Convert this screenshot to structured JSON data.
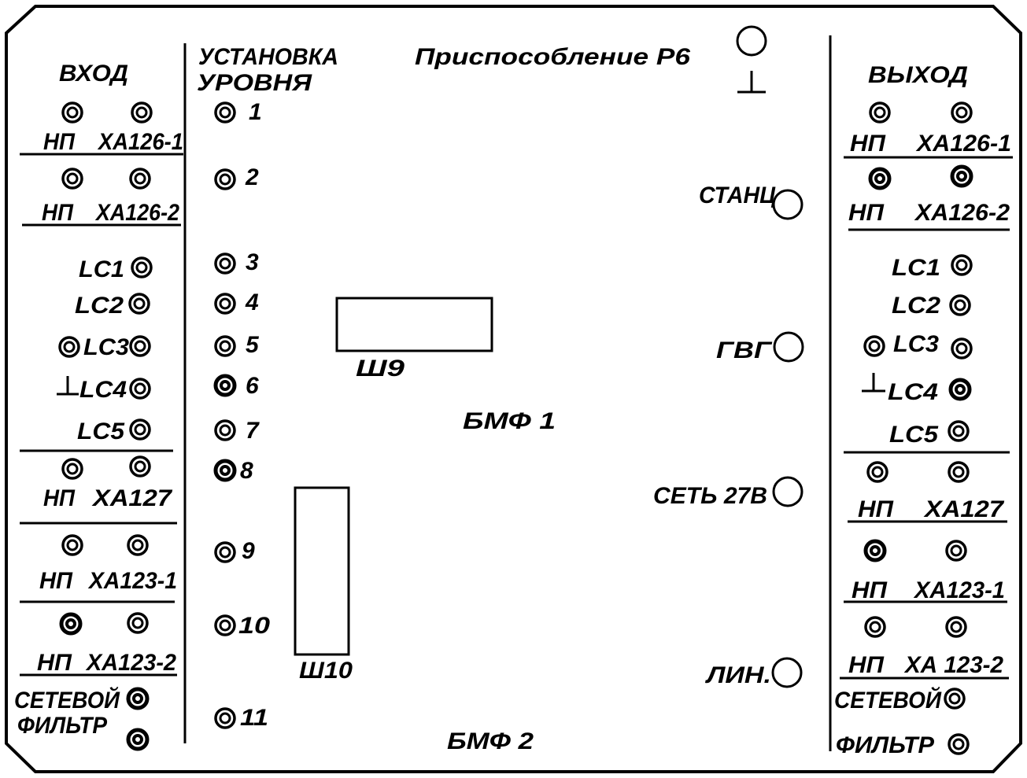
{
  "title": "Приспособление Р6",
  "icons": {
    "ground": "ground-icon",
    "jack": "jack-icon",
    "terminal": "terminal-icon"
  },
  "input": {
    "header": "ВХОД",
    "rows_upper": [
      {
        "left": "НП",
        "right": "ХА126-1"
      },
      {
        "left": "НП",
        "right": "ХА126-2"
      }
    ],
    "lc": [
      "LC1",
      "LC2",
      "LC3",
      "LC4",
      "LC5"
    ],
    "rows_lower": [
      {
        "left": "НП",
        "right": "ХА127"
      },
      {
        "left": "НП",
        "right": "ХА123-1"
      },
      {
        "left": "НП",
        "right": "ХА123-2"
      }
    ],
    "filter": [
      "СЕТЕВОЙ",
      "ФИЛЬТР"
    ]
  },
  "level": {
    "header": [
      "УСТАНОВКА",
      "УРОВНЯ"
    ],
    "points": [
      "1",
      "2",
      "3",
      "4",
      "5",
      "6",
      "7",
      "8",
      "9",
      "10",
      "11"
    ]
  },
  "center": {
    "connector_top": "Ш9",
    "block_top": "БМФ 1",
    "connector_bottom": "Ш10",
    "block_bottom": "БМФ 2"
  },
  "terminals": [
    "СТАНЦ",
    "ГВГ",
    "СЕТЬ 27В",
    "ЛИН."
  ],
  "output": {
    "header": "ВЫХОД",
    "rows_upper": [
      {
        "left": "НП",
        "right": "ХА126-1"
      },
      {
        "left": "НП",
        "right": "ХА126-2"
      }
    ],
    "lc": [
      "LC1",
      "LC2",
      "LC3",
      "LC4",
      "LC5"
    ],
    "rows_lower": [
      {
        "left": "НП",
        "right": "ХА127"
      },
      {
        "left": "НП",
        "right": "ХА123-1"
      },
      {
        "left": "НП",
        "right": "ХА 123-2"
      }
    ],
    "filter": [
      "СЕТЕВОЙ",
      "ФИЛЬТР"
    ]
  }
}
